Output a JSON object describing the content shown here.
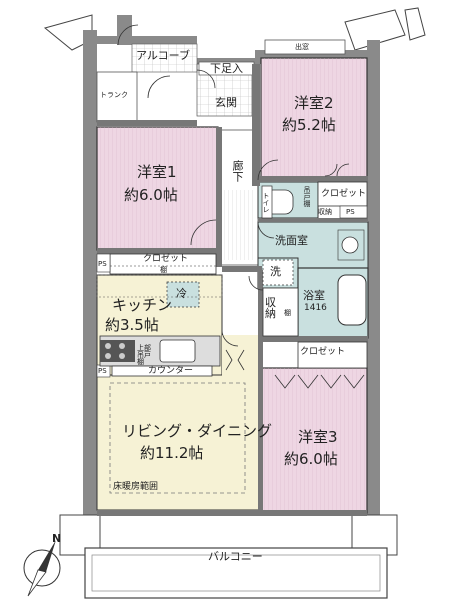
{
  "colors": {
    "bedroom": "#eed6e3",
    "living": "#f6f2d5",
    "wet": "#c9e0df",
    "wall": "#777777",
    "line": "#333333"
  },
  "rooms": {
    "bedroom1": {
      "name": "洋室1",
      "size": "約6.0帖"
    },
    "bedroom2": {
      "name": "洋室2",
      "size": "約5.2帖"
    },
    "bedroom3": {
      "name": "洋室3",
      "size": "約6.0帖"
    },
    "kitchen": {
      "name": "キッチン",
      "size": "約3.5帖"
    },
    "living": {
      "name": "リビング・ダイニング",
      "size": "約11.2帖"
    }
  },
  "labels": {
    "alcove": "アルコーブ",
    "trunk": "トランク",
    "shoe_storage": "下足入",
    "entrance": "玄関",
    "bay_window": "出窓",
    "corridor": "廊下",
    "closet": "クロゼット",
    "toilet": "トイレ",
    "washroom": "洗面室",
    "washer": "洗",
    "bath": "浴室",
    "bath_size": "1416",
    "storage": "収納",
    "shelf": "棚",
    "ps": "PS",
    "fridge": "冷",
    "counter": "カウンター",
    "upper_cabinet": "上部吊戸棚",
    "floor_heating": "床暖房範囲",
    "balcony": "バルコニー",
    "north": "N",
    "toilet_storage": "吊戸棚"
  }
}
